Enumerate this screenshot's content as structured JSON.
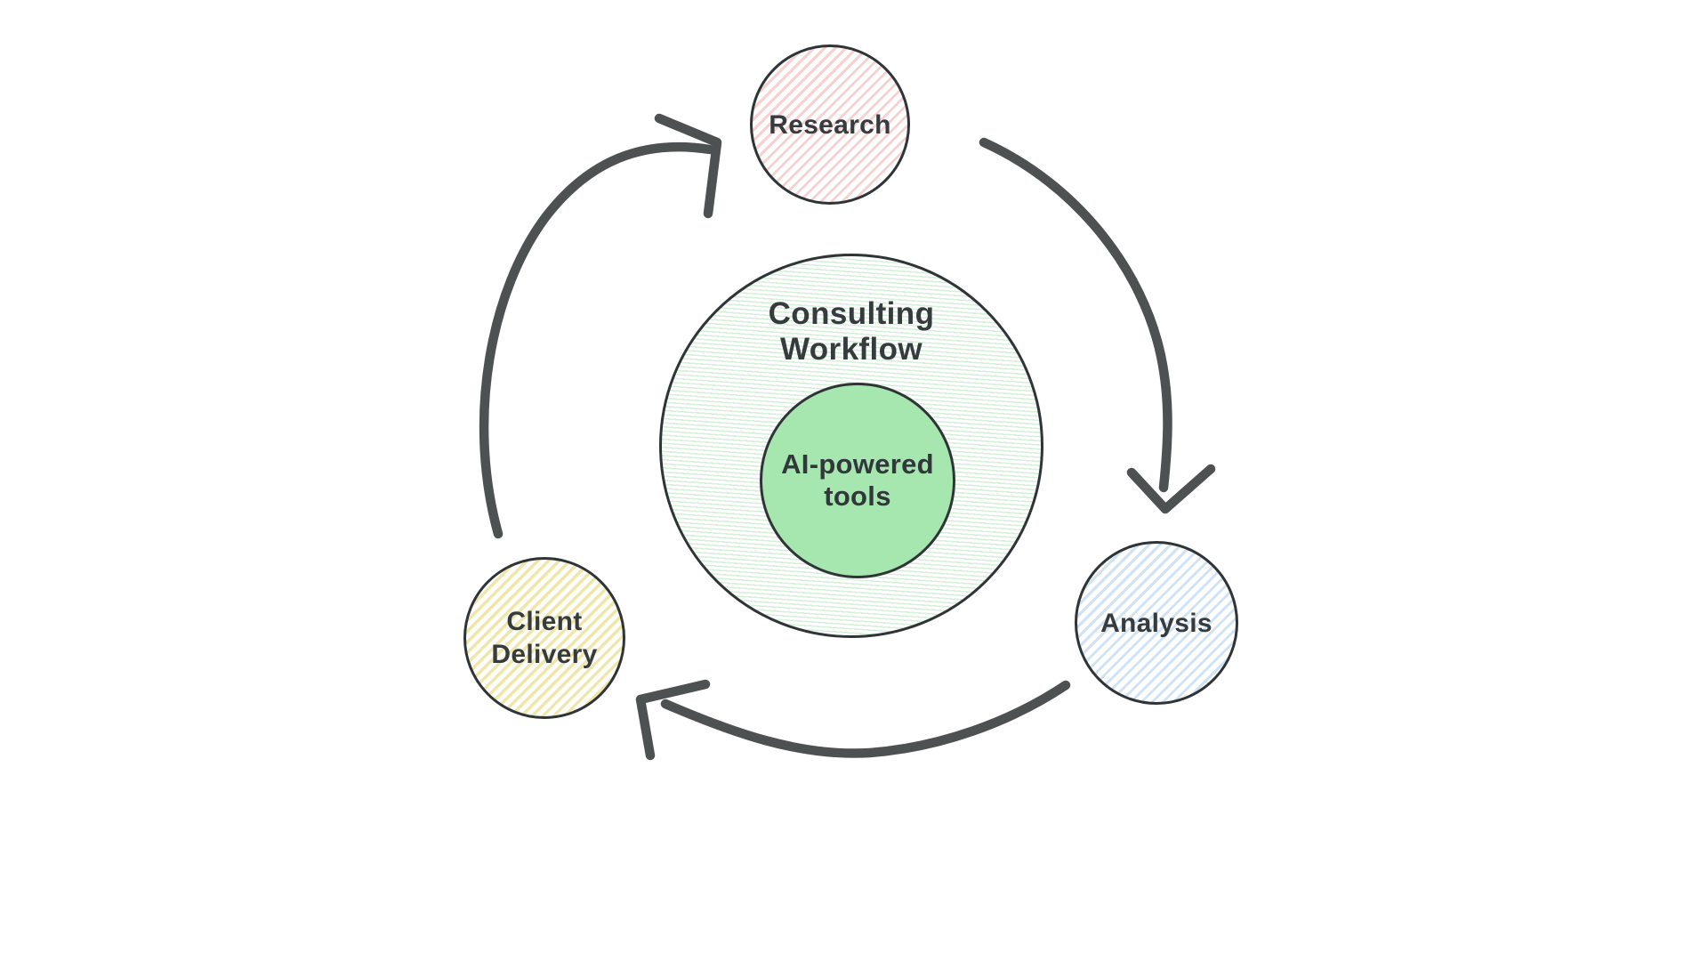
{
  "diagram": {
    "background": "#ffffff",
    "center": {
      "outer": {
        "line1": "Consulting",
        "line2": "Workflow"
      },
      "inner": {
        "line1": "AI-powered",
        "line2": "tools"
      }
    },
    "nodes": {
      "research": {
        "label": "Research",
        "stripe_color": "#f5d2d0"
      },
      "analysis": {
        "label": "Analysis",
        "stripe_color": "#cfe3f5"
      },
      "client_delivery": {
        "line1": "Client",
        "line2": "Delivery",
        "stripe_color": "#efe6ae"
      }
    },
    "colors": {
      "outline": "#2f3437",
      "arrow": "#4e5151",
      "text": "#363b3e",
      "workflow_stripe": "#d8efdc",
      "ai_inner_fill": "#a6e6af"
    },
    "flow": {
      "arrow1": "client-delivery-to-research",
      "arrow2": "research-to-analysis",
      "arrow3": "analysis-to-client-delivery"
    }
  }
}
